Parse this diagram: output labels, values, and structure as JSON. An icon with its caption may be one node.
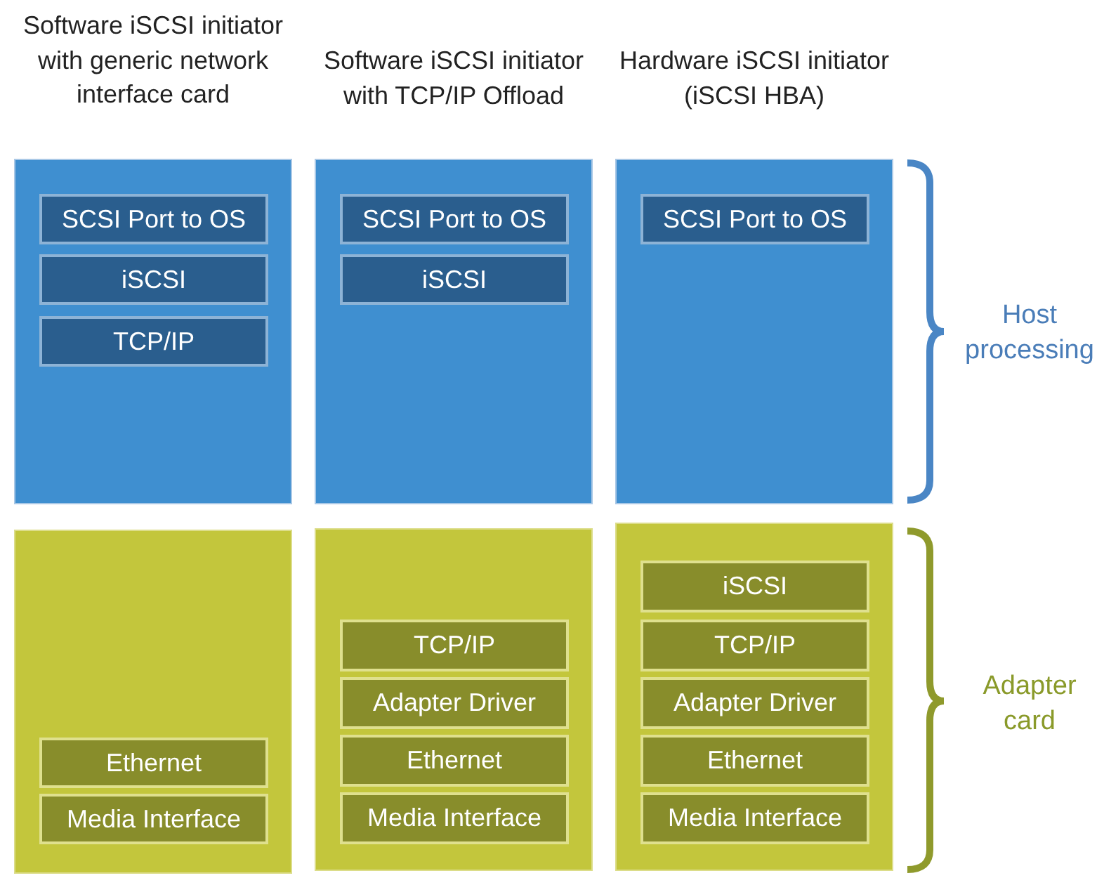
{
  "diagram": {
    "nodes": [
      {
        "text": [
          "Software iSCSI initiator with generic network interface card"
        ]
      },
      {
        "text": [
          "SCSI Port to OS"
        ],
        "in": 0
      },
      {
        "text": [
          "iSCSI"
        ],
        "in": 0
      },
      {
        "text": [
          "TCP/IP"
        ],
        "in": 0
      },
      {
        "text": [
          "Software iSCSI initiator with TCP/IP Offload"
        ]
      },
      {
        "text": [
          "SCSI Port to OS"
        ],
        "in": 4
      },
      {
        "text": [
          "iSCSI"
        ],
        "in": 4
      },
      {
        "text": [
          "Hardware iSCSI initiator (iSCSI HBA)"
        ]
      },
      {
        "text": [
          "SCSI Port to OS"
        ],
        "in": 7
      },
      {
        "text": [],
        "shape": "box"
      },
      {
        "text": [
          "Ethernet"
        ],
        "in": 9
      },
      {
        "text": [
          "Media Interface"
        ],
        "in": 9
      },
      {
        "text": [],
        "shape": "box"
      },
      {
        "text": [
          "TCP/IP"
        ],
        "in": 12
      },
      {
        "text": [
          "Adapter Driver"
        ],
        "in": 12
      },
      {
        "text": [
          "Ethernet"
        ],
        "in": 12
      },
      {
        "text": [
          "Media Interface"
        ],
        "in": 12
      },
      {
        "text": [],
        "shape": "box"
      },
      {
        "text": [
          "iSCSI"
        ],
        "in": 17
      },
      {
        "text": [
          "TCP/IP"
        ],
        "in": 17
      },
      {
        "text": [
          "Adapter Driver"
        ],
        "in": 17
      },
      {
        "text": [
          "Ethernet"
        ],
        "in": 17
      },
      {
        "text": [
          "Media Interface"
        ],
        "in": 17
      }
    ],
    "labels": [
      "Host processing",
      "Adapter card"
    ]
  }
}
